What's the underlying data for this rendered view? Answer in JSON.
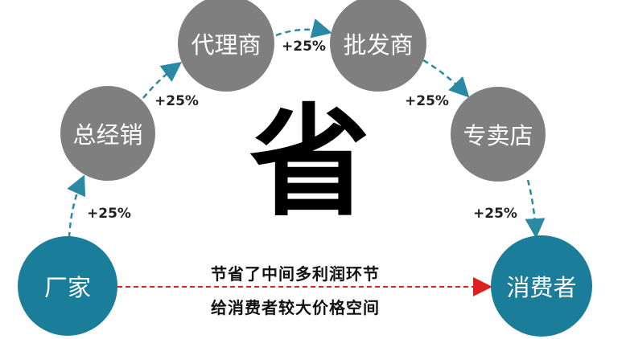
{
  "colors": {
    "node_grey": "#7f7f7f",
    "node_blue": "#1a7d9a",
    "arrow_teal": "#2a8aa3",
    "arrow_red": "#e02020"
  },
  "nodes": {
    "factory": "厂家",
    "general_distributor": "总经销",
    "agent": "代理商",
    "wholesaler": "批发商",
    "store": "专卖店",
    "consumer": "消费者"
  },
  "markups": [
    "+25%",
    "+25%",
    "+25%",
    "+25%",
    "+25%"
  ],
  "center_text": "省",
  "caption": {
    "line1": "节省了中间多利润环节",
    "line2": "给消费者较大价格空间"
  }
}
